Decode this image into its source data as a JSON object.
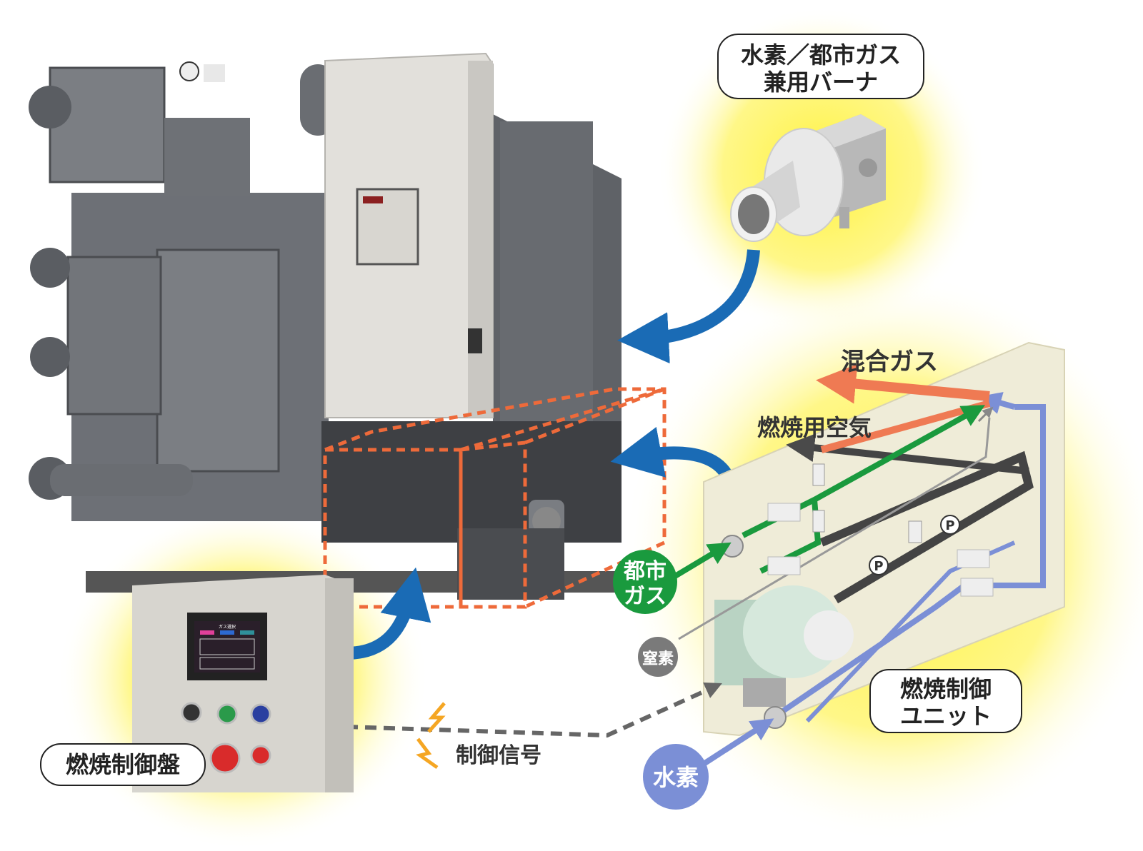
{
  "labels": {
    "burner_line1": "水素／都市ガス",
    "burner_line2": "兼用バーナ",
    "mixed_gas": "混合ガス",
    "combustion_air": "燃焼用空気",
    "city_gas_line1": "都市",
    "city_gas_line2": "ガス",
    "nitrogen": "窒素",
    "control_unit_line1": "燃焼制御",
    "control_unit_line2": "ユニット",
    "hydrogen": "水素",
    "control_signal": "制御信号",
    "control_panel": "燃焼制御盤",
    "pressure_gauge": "P"
  },
  "panel_screen": {
    "title": "ガス選択"
  },
  "colors": {
    "arrow_blue": "#1a6bb5",
    "mixed_gas": "#ef7a53",
    "city_gas": "#1a9a3e",
    "air": "#4a4a4a",
    "hydrogen": "#7b8fd6",
    "nitrogen": "#777777",
    "dashed_outline": "#ee6a3a",
    "highlight": "#fff23a"
  }
}
